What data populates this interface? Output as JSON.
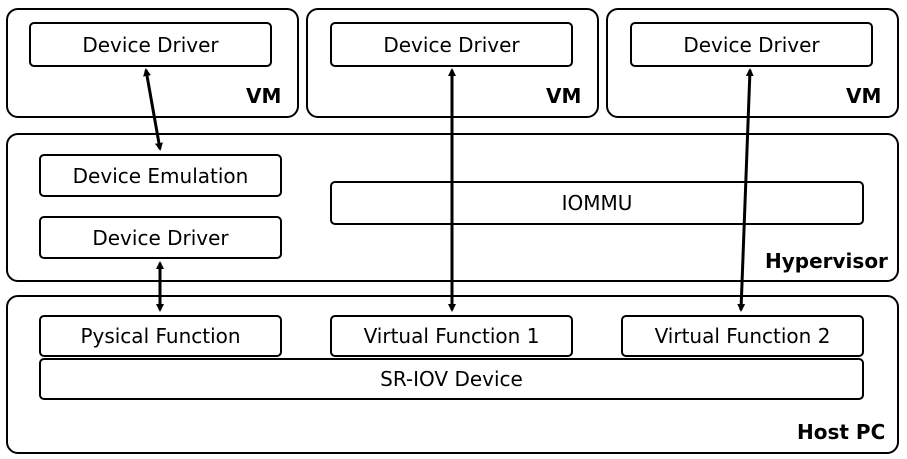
{
  "vms": [
    {
      "label": "VM",
      "driver": "Device Driver"
    },
    {
      "label": "VM",
      "driver": "Device Driver"
    },
    {
      "label": "VM",
      "driver": "Device Driver"
    }
  ],
  "hypervisor": {
    "label": "Hypervisor",
    "device_emulation": "Device Emulation",
    "device_driver": "Device Driver",
    "iommu": "IOMMU"
  },
  "host": {
    "label": "Host PC",
    "physical_function": "Pysical Function",
    "virtual_function_1": "Virtual Function 1",
    "virtual_function_2": "Virtual Function 2",
    "sriov_device": "SR-IOV Device"
  }
}
